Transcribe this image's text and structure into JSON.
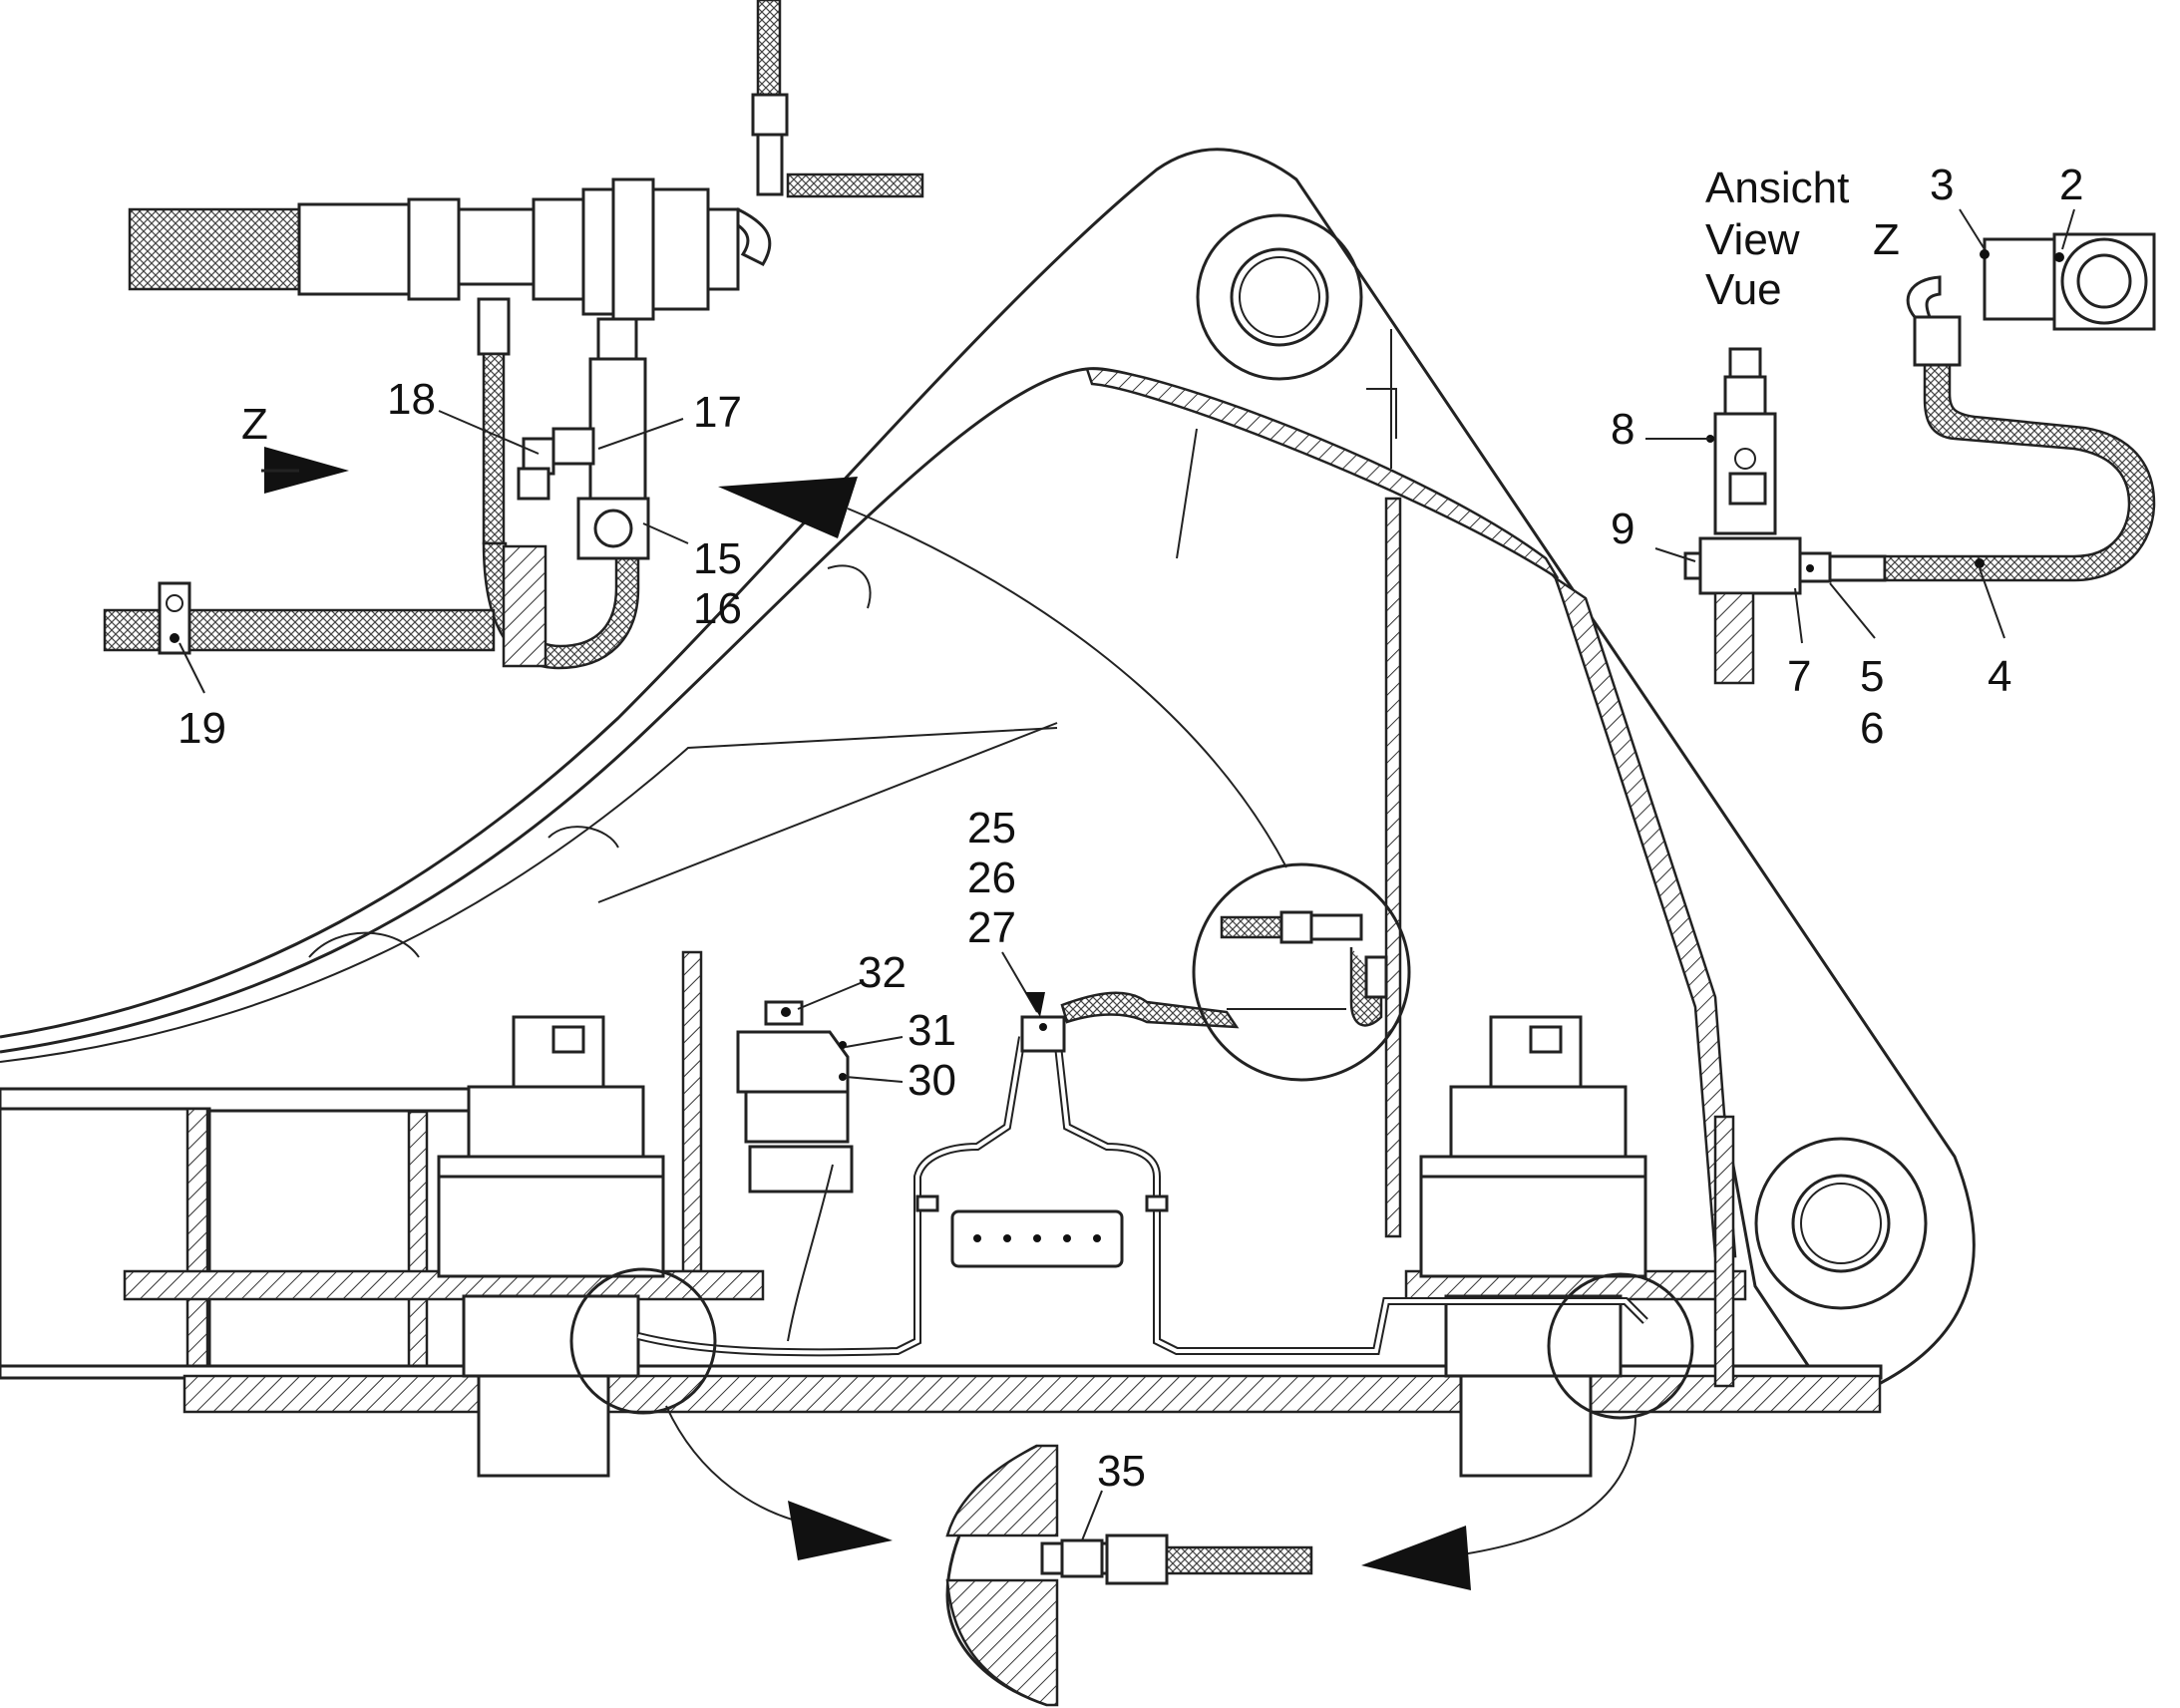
{
  "view_caption": {
    "line1": "Ansicht",
    "line2": "View",
    "line3": "Vue",
    "letter": "Z"
  },
  "z_marker": "Z",
  "callouts": {
    "c2": "2",
    "c3": "3",
    "c4": "4",
    "c5": "5",
    "c6": "6",
    "c7": "7",
    "c8": "8",
    "c9": "9",
    "c15": "15",
    "c16": "16",
    "c17": "17",
    "c18": "18",
    "c19": "19",
    "c25": "25",
    "c26": "26",
    "c27": "27",
    "c30": "30",
    "c31": "31",
    "c32": "32",
    "c35": "35"
  }
}
